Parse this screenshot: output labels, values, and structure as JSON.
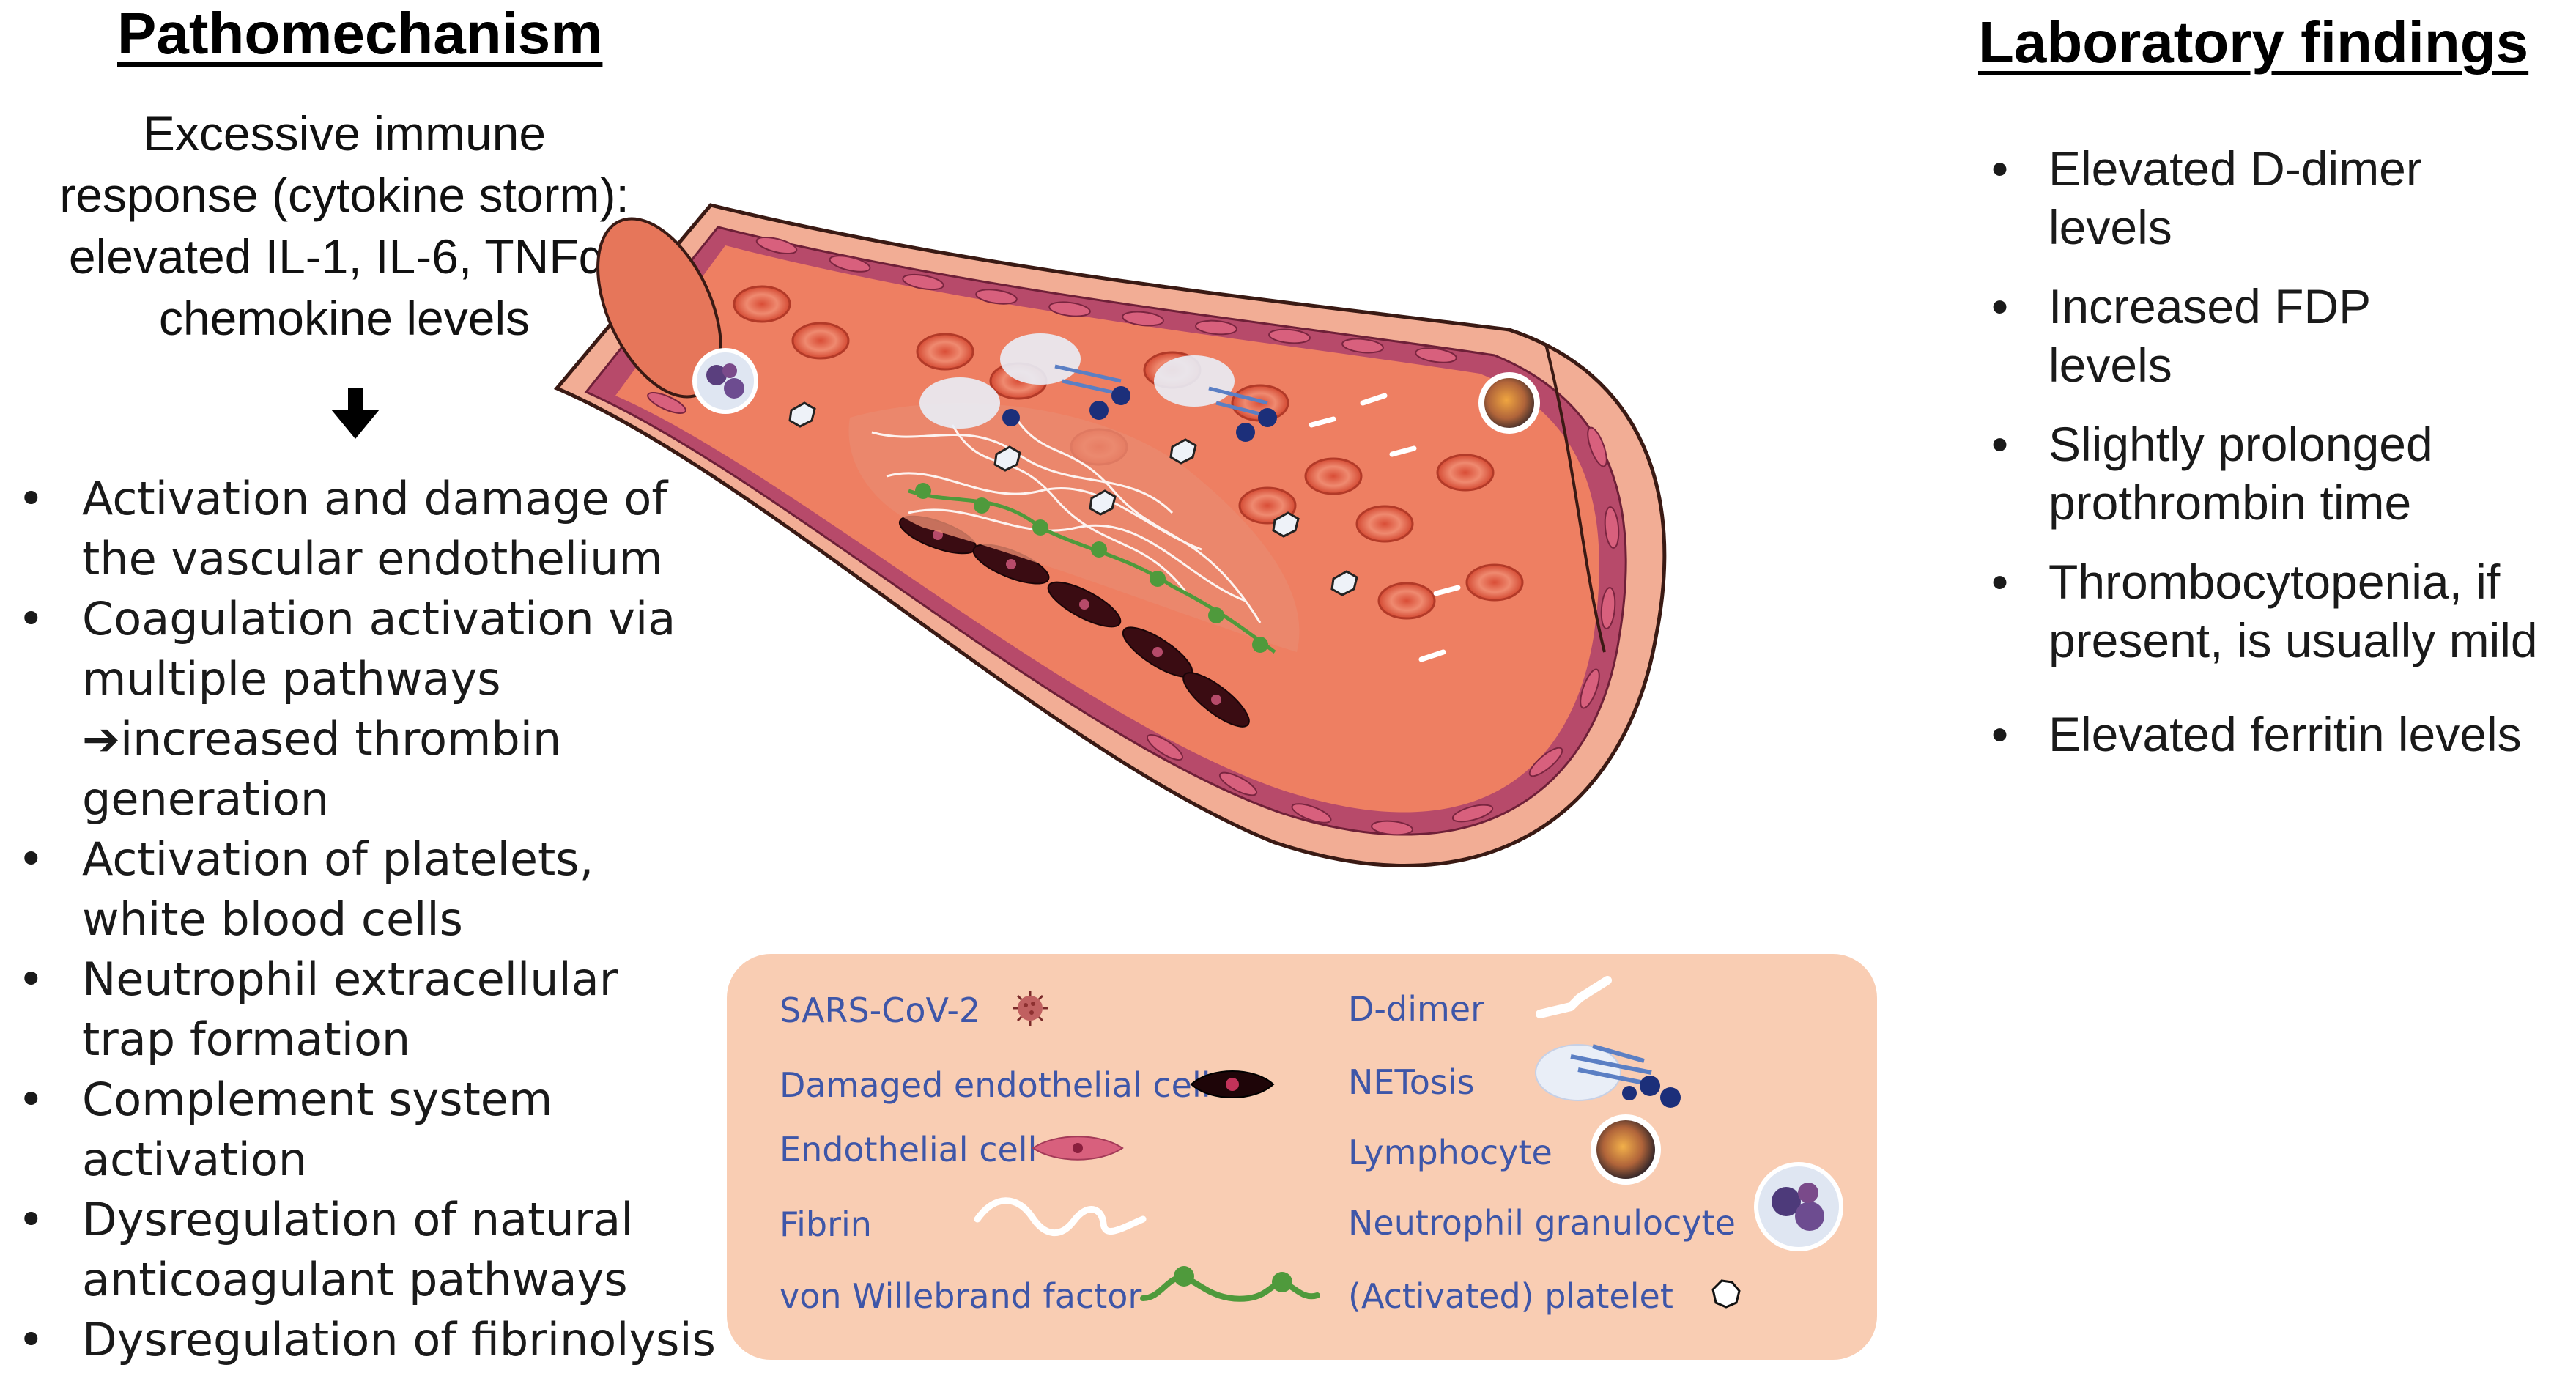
{
  "left": {
    "heading": "Pathomechanism",
    "intro_lines": [
      "Excessive immune",
      "response (cytokine storm):",
      "elevated IL-1, IL-6, TNFα,",
      "chemokine levels"
    ],
    "items": [
      {
        "lines": [
          "Activation and damage of",
          "the vascular endothelium"
        ]
      },
      {
        "lines": [
          "Coagulation activation via",
          "multiple pathways",
          "➔increased thrombin",
          "generation"
        ]
      },
      {
        "lines": [
          "Activation of platelets,",
          "white blood cells"
        ]
      },
      {
        "lines": [
          "Neutrophil extracellular",
          "trap formation"
        ]
      },
      {
        "lines": [
          "Complement system",
          "activation"
        ]
      },
      {
        "lines": [
          "Dysregulation of natural",
          "anticoagulant pathways"
        ]
      },
      {
        "lines": [
          "Dysregulation of fibrinolysis"
        ]
      }
    ]
  },
  "right": {
    "heading": "Laboratory findings",
    "items": [
      {
        "lines": [
          "Elevated D-dimer",
          "levels"
        ]
      },
      {
        "lines": [
          "Increased FDP",
          "levels"
        ]
      },
      {
        "lines": [
          "Slightly prolonged",
          "prothrombin time"
        ]
      },
      {
        "lines": [
          "Thrombocytopenia, if",
          "present, is usually mild"
        ]
      },
      {
        "lines": [
          "Elevated ferritin levels"
        ]
      }
    ]
  },
  "legend": {
    "sars": "SARS-CoV-2",
    "damaged": "Damaged endothelial cell",
    "endo": "Endothelial cell",
    "fibrin": "Fibrin",
    "vwf": "von Willebrand factor",
    "ddimer": "D-dimer",
    "netosis": "NETosis",
    "lympho": "Lymphocyte",
    "neutro": "Neutrophil granulocyte",
    "platelet": "(Activated) platelet"
  },
  "colors": {
    "vessel_wall": "#f0a48a",
    "lumen": "#ee7f62",
    "endothelium": "#a83a5e",
    "rbc": "#e0573f",
    "legend_bg": "#f9cdb3",
    "legend_text": "#3e56a8",
    "vwf": "#4f9a3c"
  }
}
